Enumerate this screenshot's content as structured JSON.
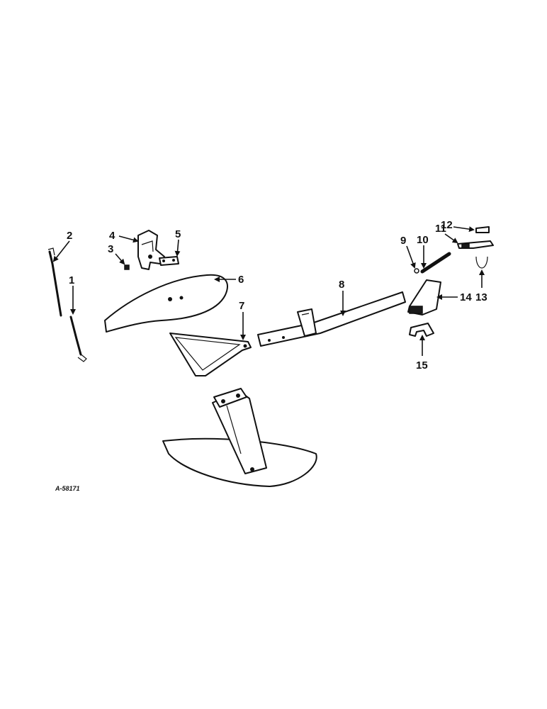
{
  "callouts": {
    "c1": "1",
    "c2": "2",
    "c3": "3",
    "c4": "4",
    "c5": "5",
    "c6": "6",
    "c7": "7",
    "c8": "8",
    "c9": "9",
    "c10": "10",
    "c11": "11",
    "c12": "12",
    "c13": "13",
    "c14": "14",
    "c15": "15"
  },
  "figure_id": "A-58171"
}
